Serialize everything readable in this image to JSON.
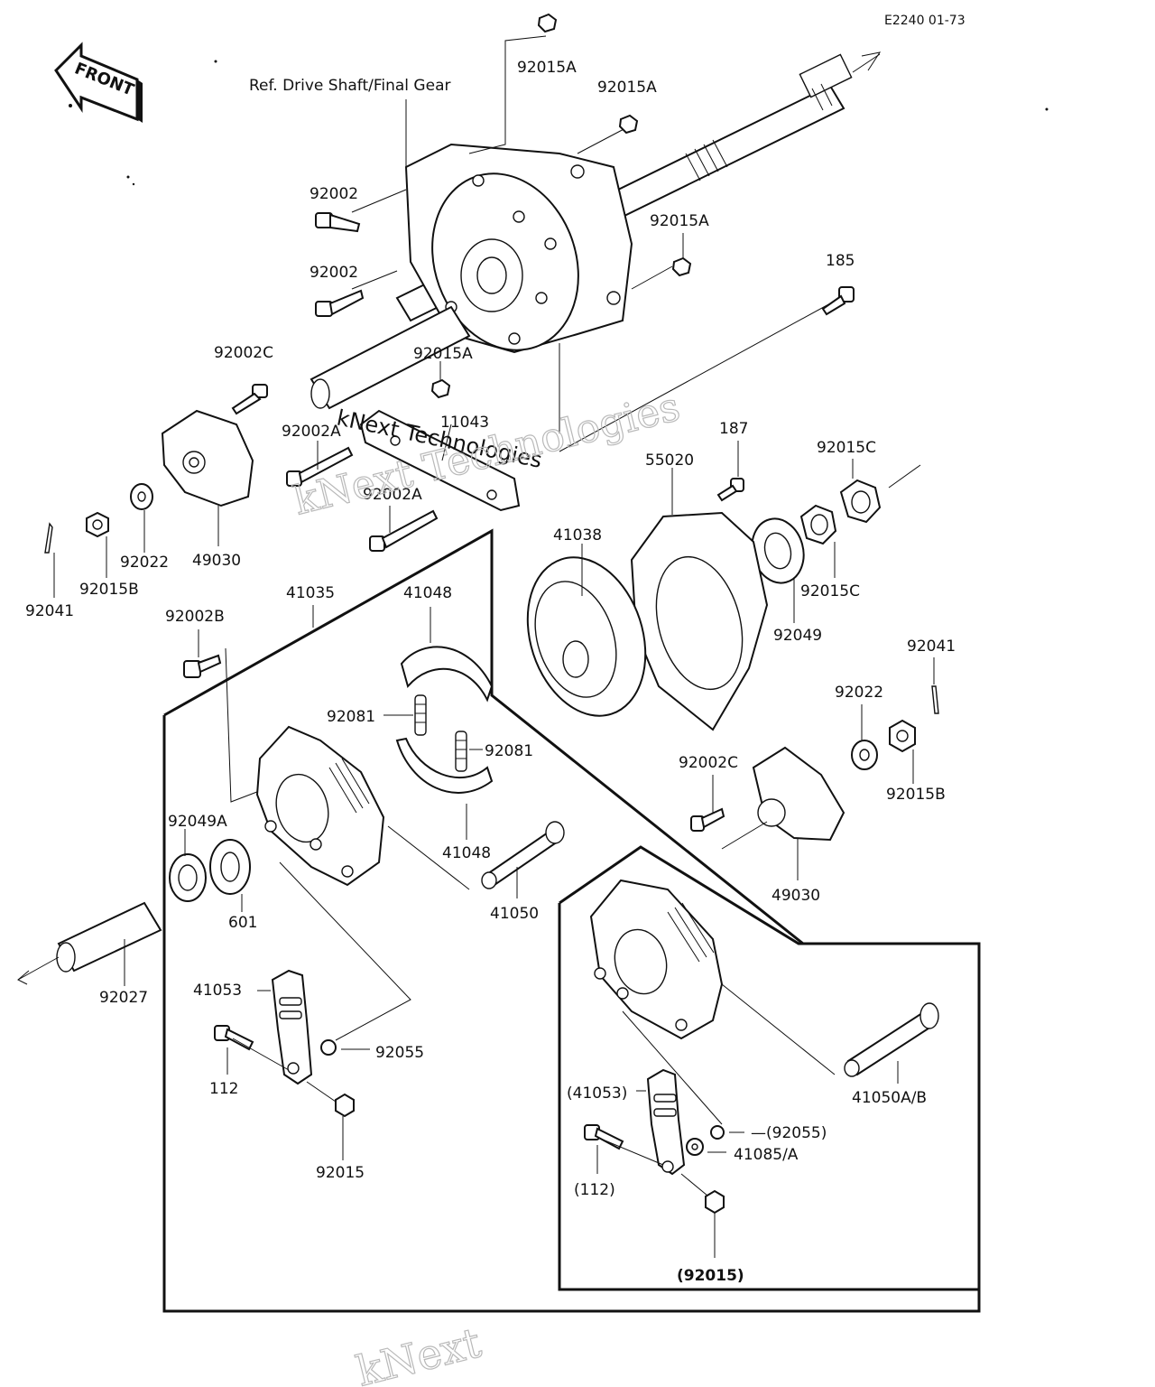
{
  "header": {
    "drawing_code": "E2240 01-73",
    "front_badge": "FRONT",
    "reference_note": "Ref. Drive Shaft/Final Gear"
  },
  "watermarks": [
    "kNext Technologies",
    "kNext Technologies",
    "kNext"
  ],
  "parts": [
    {
      "id": "p-92015A-1",
      "label": "92015A"
    },
    {
      "id": "p-92015A-2",
      "label": "92015A"
    },
    {
      "id": "p-92015A-3",
      "label": "92015A"
    },
    {
      "id": "p-92015A-4",
      "label": "92015A"
    },
    {
      "id": "p-92002-1",
      "label": "92002"
    },
    {
      "id": "p-92002-2",
      "label": "92002"
    },
    {
      "id": "p-185",
      "label": "185"
    },
    {
      "id": "p-92002C-1",
      "label": "92002C"
    },
    {
      "id": "p-11043",
      "label": "11043"
    },
    {
      "id": "p-92002A-1",
      "label": "92002A"
    },
    {
      "id": "p-92002A-2",
      "label": "92002A"
    },
    {
      "id": "p-187",
      "label": "187"
    },
    {
      "id": "p-92015C-1",
      "label": "92015C"
    },
    {
      "id": "p-55020",
      "label": "55020"
    },
    {
      "id": "p-41038",
      "label": "41038"
    },
    {
      "id": "p-92015C-2",
      "label": "92015C"
    },
    {
      "id": "p-92049",
      "label": "92049"
    },
    {
      "id": "p-92041-1",
      "label": "92041"
    },
    {
      "id": "p-92015B-1",
      "label": "92015B"
    },
    {
      "id": "p-92022-1",
      "label": "92022"
    },
    {
      "id": "p-49030-1",
      "label": "49030"
    },
    {
      "id": "p-41035",
      "label": "41035"
    },
    {
      "id": "p-41048-1",
      "label": "41048"
    },
    {
      "id": "p-92002B",
      "label": "92002B"
    },
    {
      "id": "p-92081-1",
      "label": "92081"
    },
    {
      "id": "p-92081-2",
      "label": "92081"
    },
    {
      "id": "p-41048-2",
      "label": "41048"
    },
    {
      "id": "p-92049A",
      "label": "92049A"
    },
    {
      "id": "p-601",
      "label": "601"
    },
    {
      "id": "p-41050",
      "label": "41050"
    },
    {
      "id": "p-92041-2",
      "label": "92041"
    },
    {
      "id": "p-92022-2",
      "label": "92022"
    },
    {
      "id": "p-92002C-2",
      "label": "92002C"
    },
    {
      "id": "p-92015B-2",
      "label": "92015B"
    },
    {
      "id": "p-49030-2",
      "label": "49030"
    },
    {
      "id": "p-92027",
      "label": "92027"
    },
    {
      "id": "p-41053",
      "label": "41053"
    },
    {
      "id": "p-92055",
      "label": "92055"
    },
    {
      "id": "p-112",
      "label": "112"
    },
    {
      "id": "p-92015",
      "label": "92015"
    },
    {
      "id": "p-41050AB",
      "label": "41050A/B"
    },
    {
      "id": "p-41053-alt",
      "label": "(41053)"
    },
    {
      "id": "p-92055-alt",
      "label": "—(92055)"
    },
    {
      "id": "p-41085A",
      "label": "41085/A"
    },
    {
      "id": "p-112-alt",
      "label": "(112)"
    },
    {
      "id": "p-92015-alt",
      "label": "(92015)"
    }
  ]
}
